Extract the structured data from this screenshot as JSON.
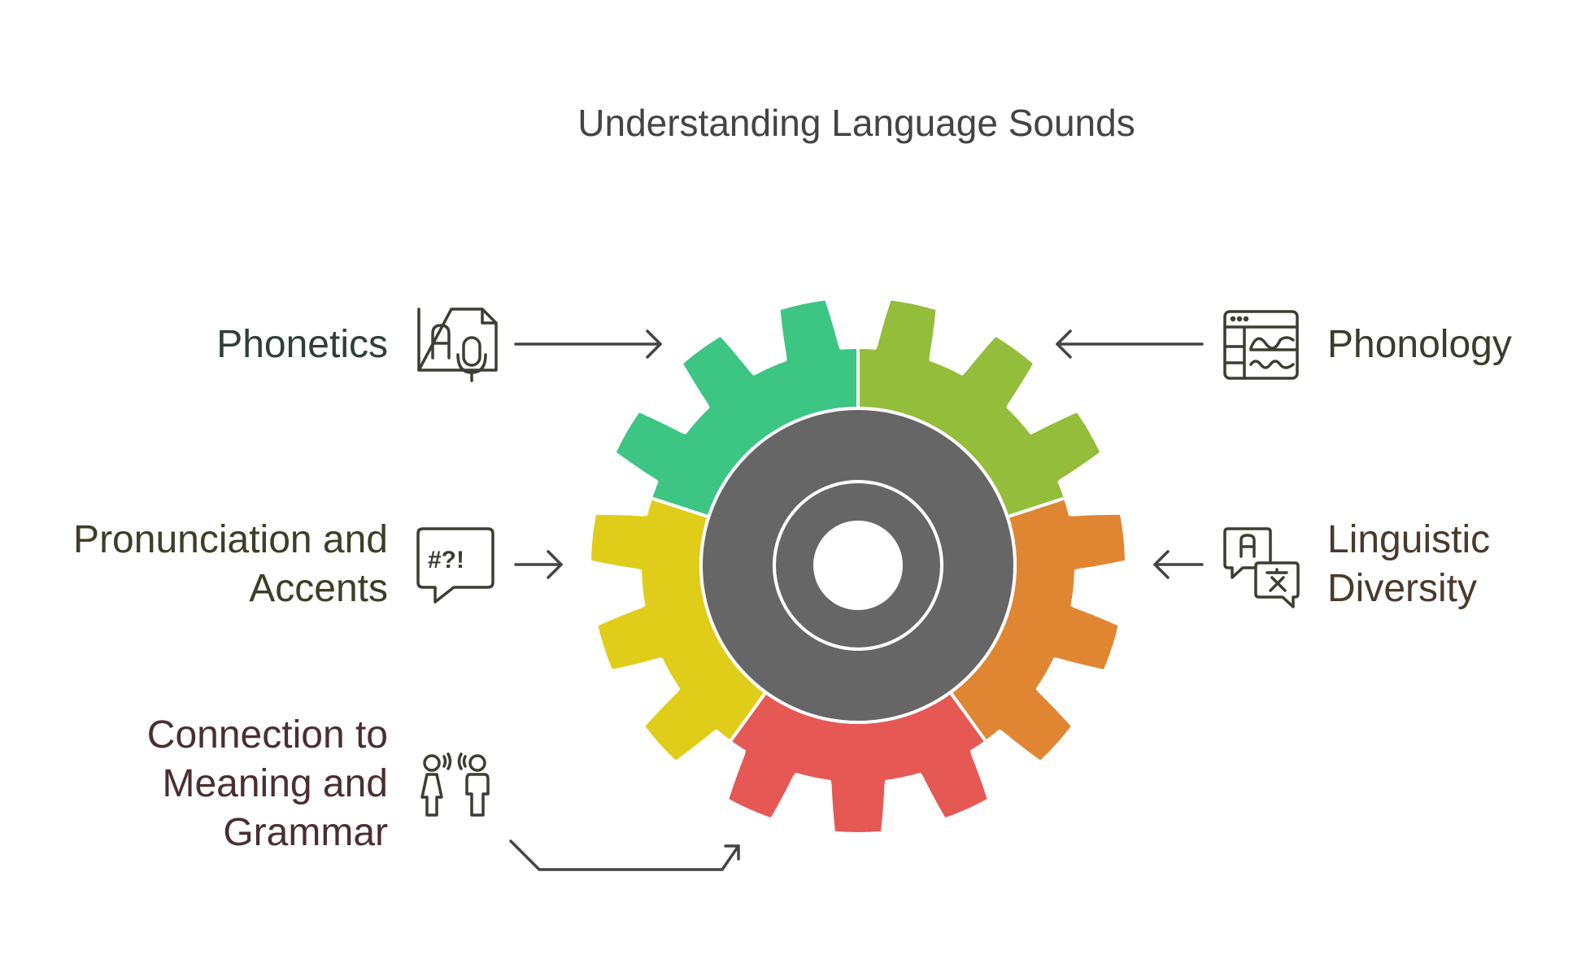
{
  "title": "Understanding Language Sounds",
  "items": [
    {
      "lines": [
        "Phonetics"
      ],
      "color": "#3cc583",
      "text_color": "#2f3f37",
      "icon": "document-microphone-icon"
    },
    {
      "lines": [
        "Phonology"
      ],
      "color": "#93bd3a",
      "text_color": "#3a3c2c",
      "icon": "waveform-window-icon"
    },
    {
      "lines": [
        "Pronunciation and",
        "Accents"
      ],
      "color": "#dfcd1a",
      "text_color": "#3e3d26",
      "icon": "speech-bubble-symbols-icon"
    },
    {
      "lines": [
        "Linguistic",
        "Diversity"
      ],
      "color": "#e08633",
      "text_color": "#4a3a2b",
      "icon": "translation-bubbles-icon"
    },
    {
      "lines": [
        "Connection to",
        "Meaning and",
        "Grammar"
      ],
      "color": "#e55854",
      "text_color": "#4a2f30",
      "icon": "two-people-talking-icon"
    }
  ],
  "colors": {
    "hub": "#666666",
    "icon_stroke": "#3d3d33",
    "arrow": "#444444",
    "title": "#444444"
  }
}
